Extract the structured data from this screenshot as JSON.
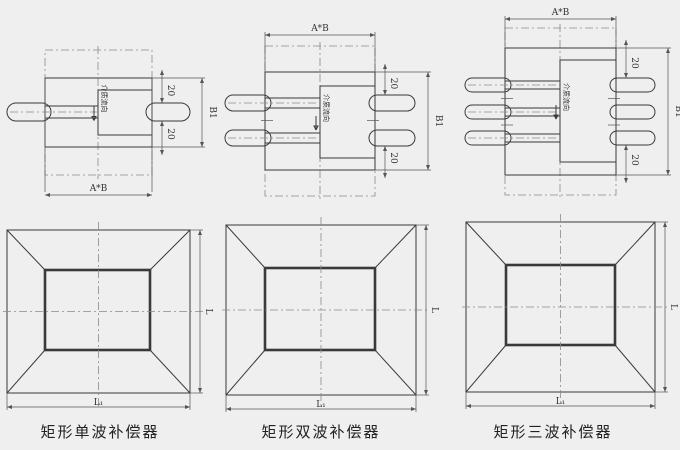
{
  "colors": {
    "background": "#efefef",
    "line": "#3a3a3a"
  },
  "labels": {
    "width_dim": "A*B",
    "height_dim": "B1",
    "offset_dim": "20",
    "flow_direction": "介质流向",
    "length_dim": "L",
    "length1_dim": "L₁"
  },
  "figures": [
    {
      "title": "矩形单波补偿器",
      "waves": 1
    },
    {
      "title": "矩形双波补偿器",
      "waves": 2
    },
    {
      "title": "矩形三波补偿器",
      "waves": 3
    }
  ]
}
